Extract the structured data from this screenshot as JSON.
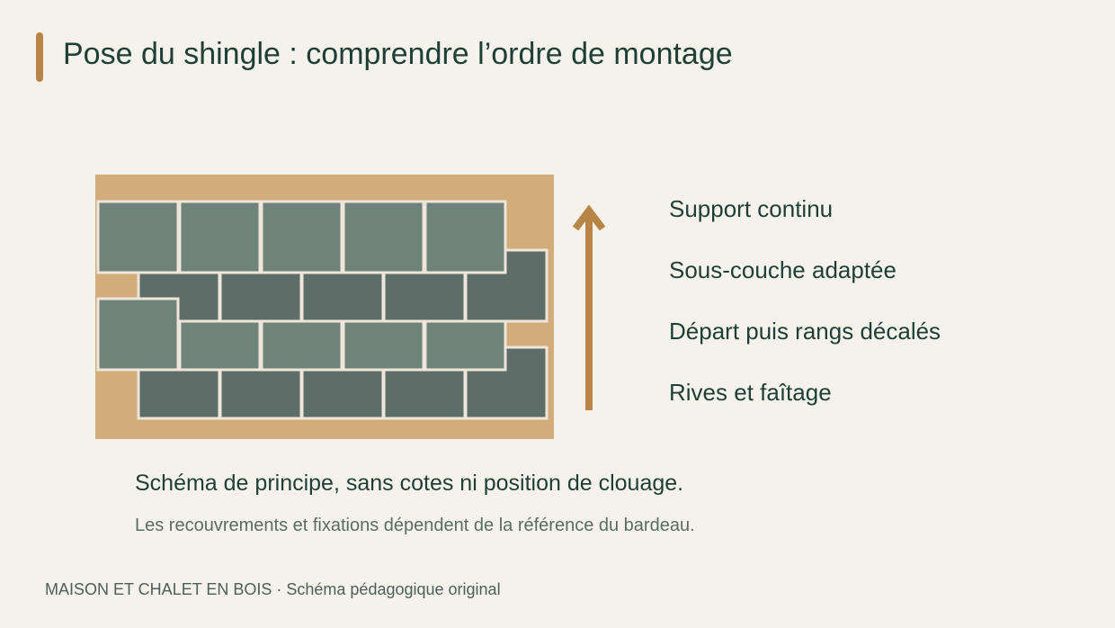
{
  "title": "Pose du shingle : comprendre l’ordre de montage",
  "diagram": {
    "arrow_icon": "arrow-up-icon",
    "colors": {
      "support": "#d2ac7b",
      "shingle_light": "#70837a",
      "shingle_dark": "#5f6d68",
      "gap": "#eee6da",
      "arrow": "#b98547",
      "accent": "#b98547"
    }
  },
  "steps": [
    "Support continu",
    "Sous-couche adaptée",
    "Départ puis rangs décalés",
    "Rives et faîtage"
  ],
  "caption": "Schéma de principe, sans cotes ni position de clouage.",
  "note": "Les recouvrements et fixations dépendent de la référence du bardeau.",
  "footer": "MAISON ET CHALET EN BOIS · Schéma pédagogique original"
}
